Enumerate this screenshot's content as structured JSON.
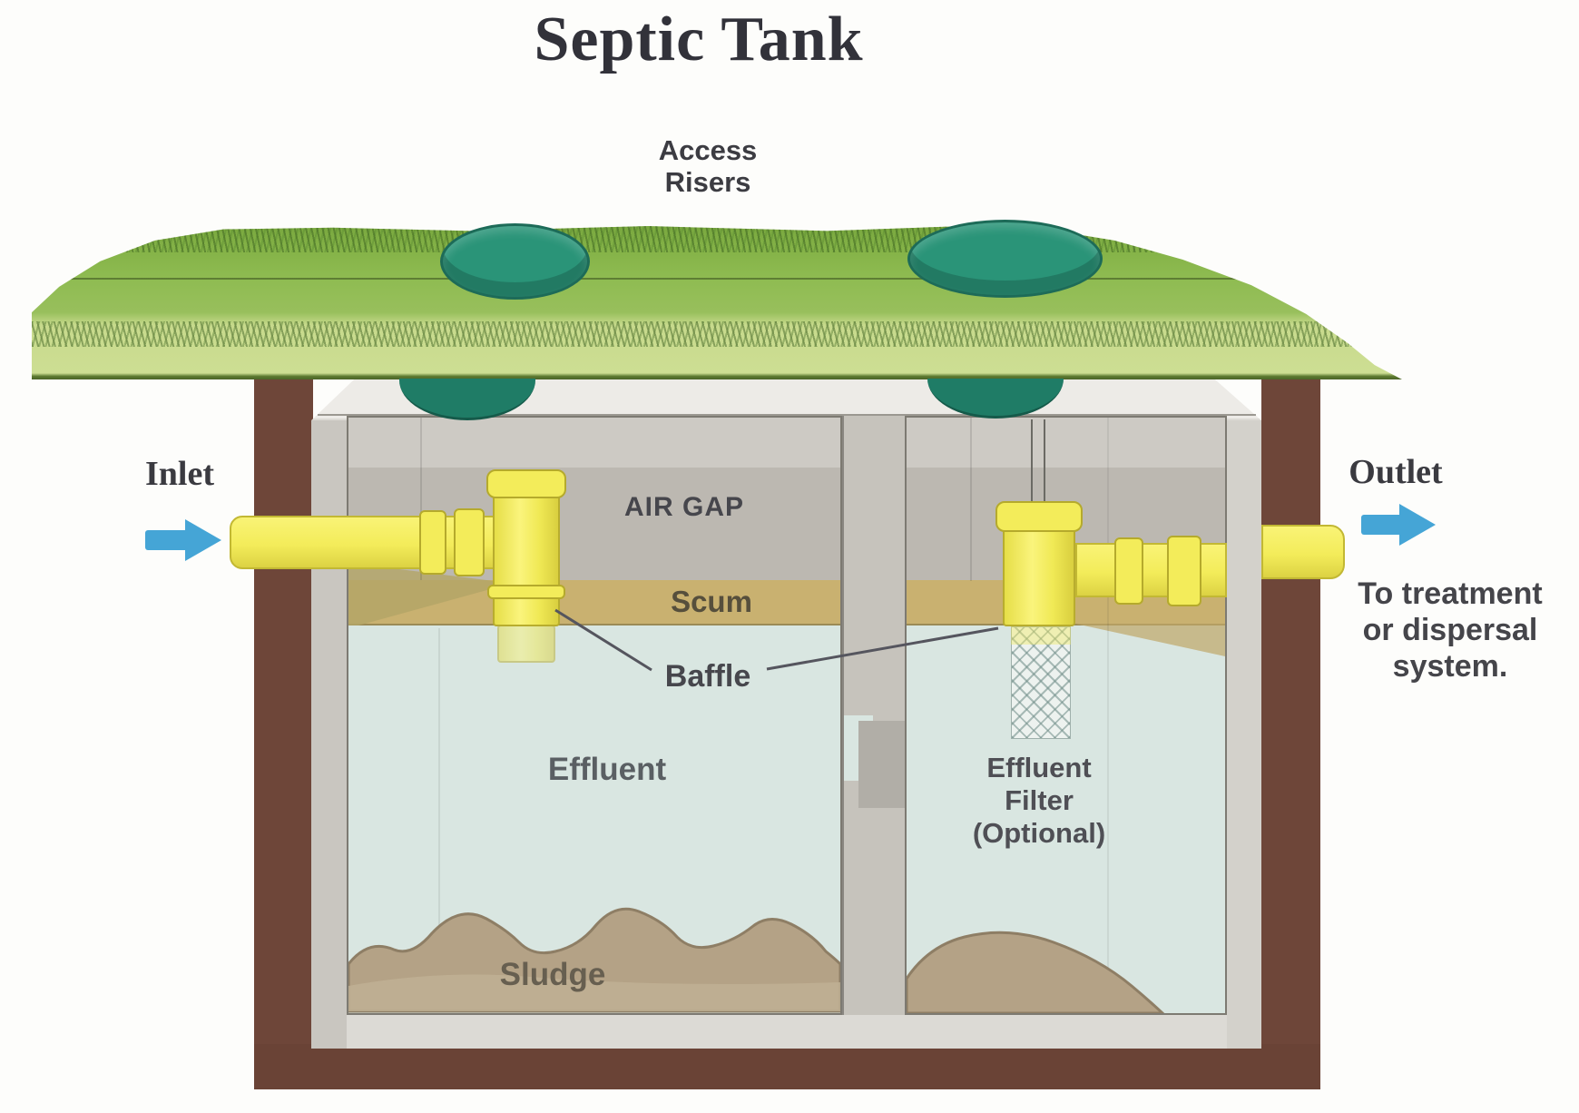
{
  "title": "Septic Tank",
  "ground": {
    "access_risers": {
      "line1": "Access",
      "line2": "Risers"
    }
  },
  "flow": {
    "inlet_label": "Inlet",
    "outlet_label": "Outlet",
    "outlet_destination": {
      "line1": "To treatment",
      "line2": "or dispersal",
      "line3": "system."
    }
  },
  "tank": {
    "chamber1": {
      "air_gap_label": "AIR GAP",
      "scum_label": "Scum",
      "baffle_label": "Baffle",
      "effluent_label": "Effluent",
      "sludge_label": "Sludge"
    },
    "chamber2": {
      "filter_label": {
        "line1": "Effluent",
        "line2": "Filter",
        "line3": "(Optional)"
      }
    }
  },
  "colors": {
    "grass_green": "#8fbc52",
    "grass_light": "#cdde93",
    "riser_teal": "#2a9478",
    "soil_brown": "#6e4639",
    "tank_gray": "#dcdad5",
    "air_gap_gray": "#bcb8b1",
    "scum_tan": "#c9b170",
    "effluent_blue": "#d9e6e1",
    "sludge_tan": "#b4a286",
    "pipe_yellow": "#f3ec5a",
    "arrow_blue": "#45a5d6",
    "text_dark": "#3b3b41"
  }
}
